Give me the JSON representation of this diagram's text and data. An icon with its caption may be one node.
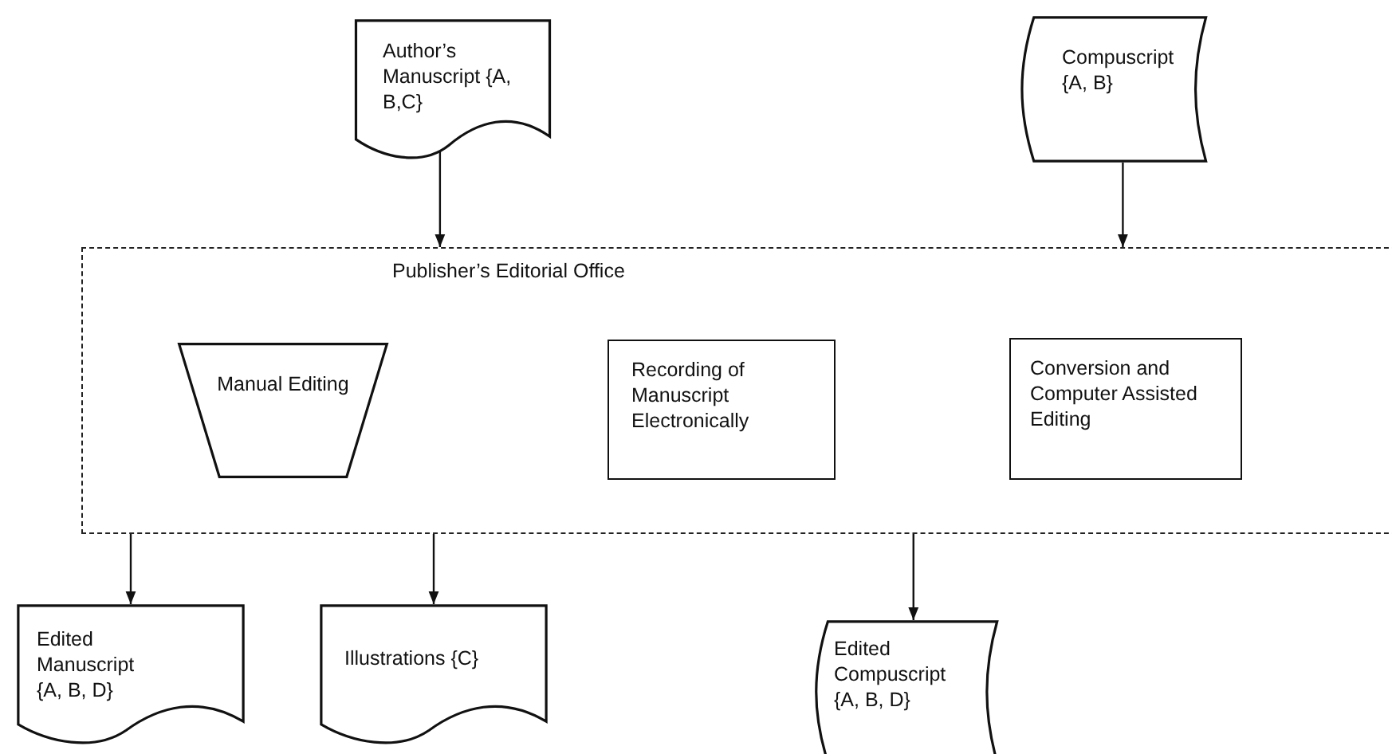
{
  "diagram": {
    "nodes": [
      {
        "text": [
          "Author’s Manuscript {A, B,C}"
        ]
      },
      {
        "text": [
          "Compuscript {A, B}"
        ]
      },
      {
        "text": [
          "Publisher’s Editorial Office"
        ]
      },
      {
        "text": [
          "Manual Editing"
        ],
        "in": 2
      },
      {
        "text": [
          "Recording of Manuscript Electronically"
        ],
        "in": 2
      },
      {
        "text": [
          "Conversion and Computer Assisted Editing"
        ],
        "in": 2
      },
      {
        "text": [
          "Edited Manuscript {A, B, D}"
        ]
      },
      {
        "text": [
          "Illustrations {C}"
        ]
      },
      {
        "text": [
          "Edited Compuscript {A, B, D}"
        ]
      }
    ],
    "edges": [
      {
        "from": 0,
        "to": 2,
        "arrow": "to"
      },
      {
        "from": 1,
        "to": 2,
        "arrow": "to"
      },
      {
        "from": 2,
        "to": 6,
        "arrow": "to"
      },
      {
        "from": 2,
        "to": 7,
        "arrow": "to"
      },
      {
        "from": 2,
        "to": 8,
        "arrow": "to"
      }
    ]
  }
}
